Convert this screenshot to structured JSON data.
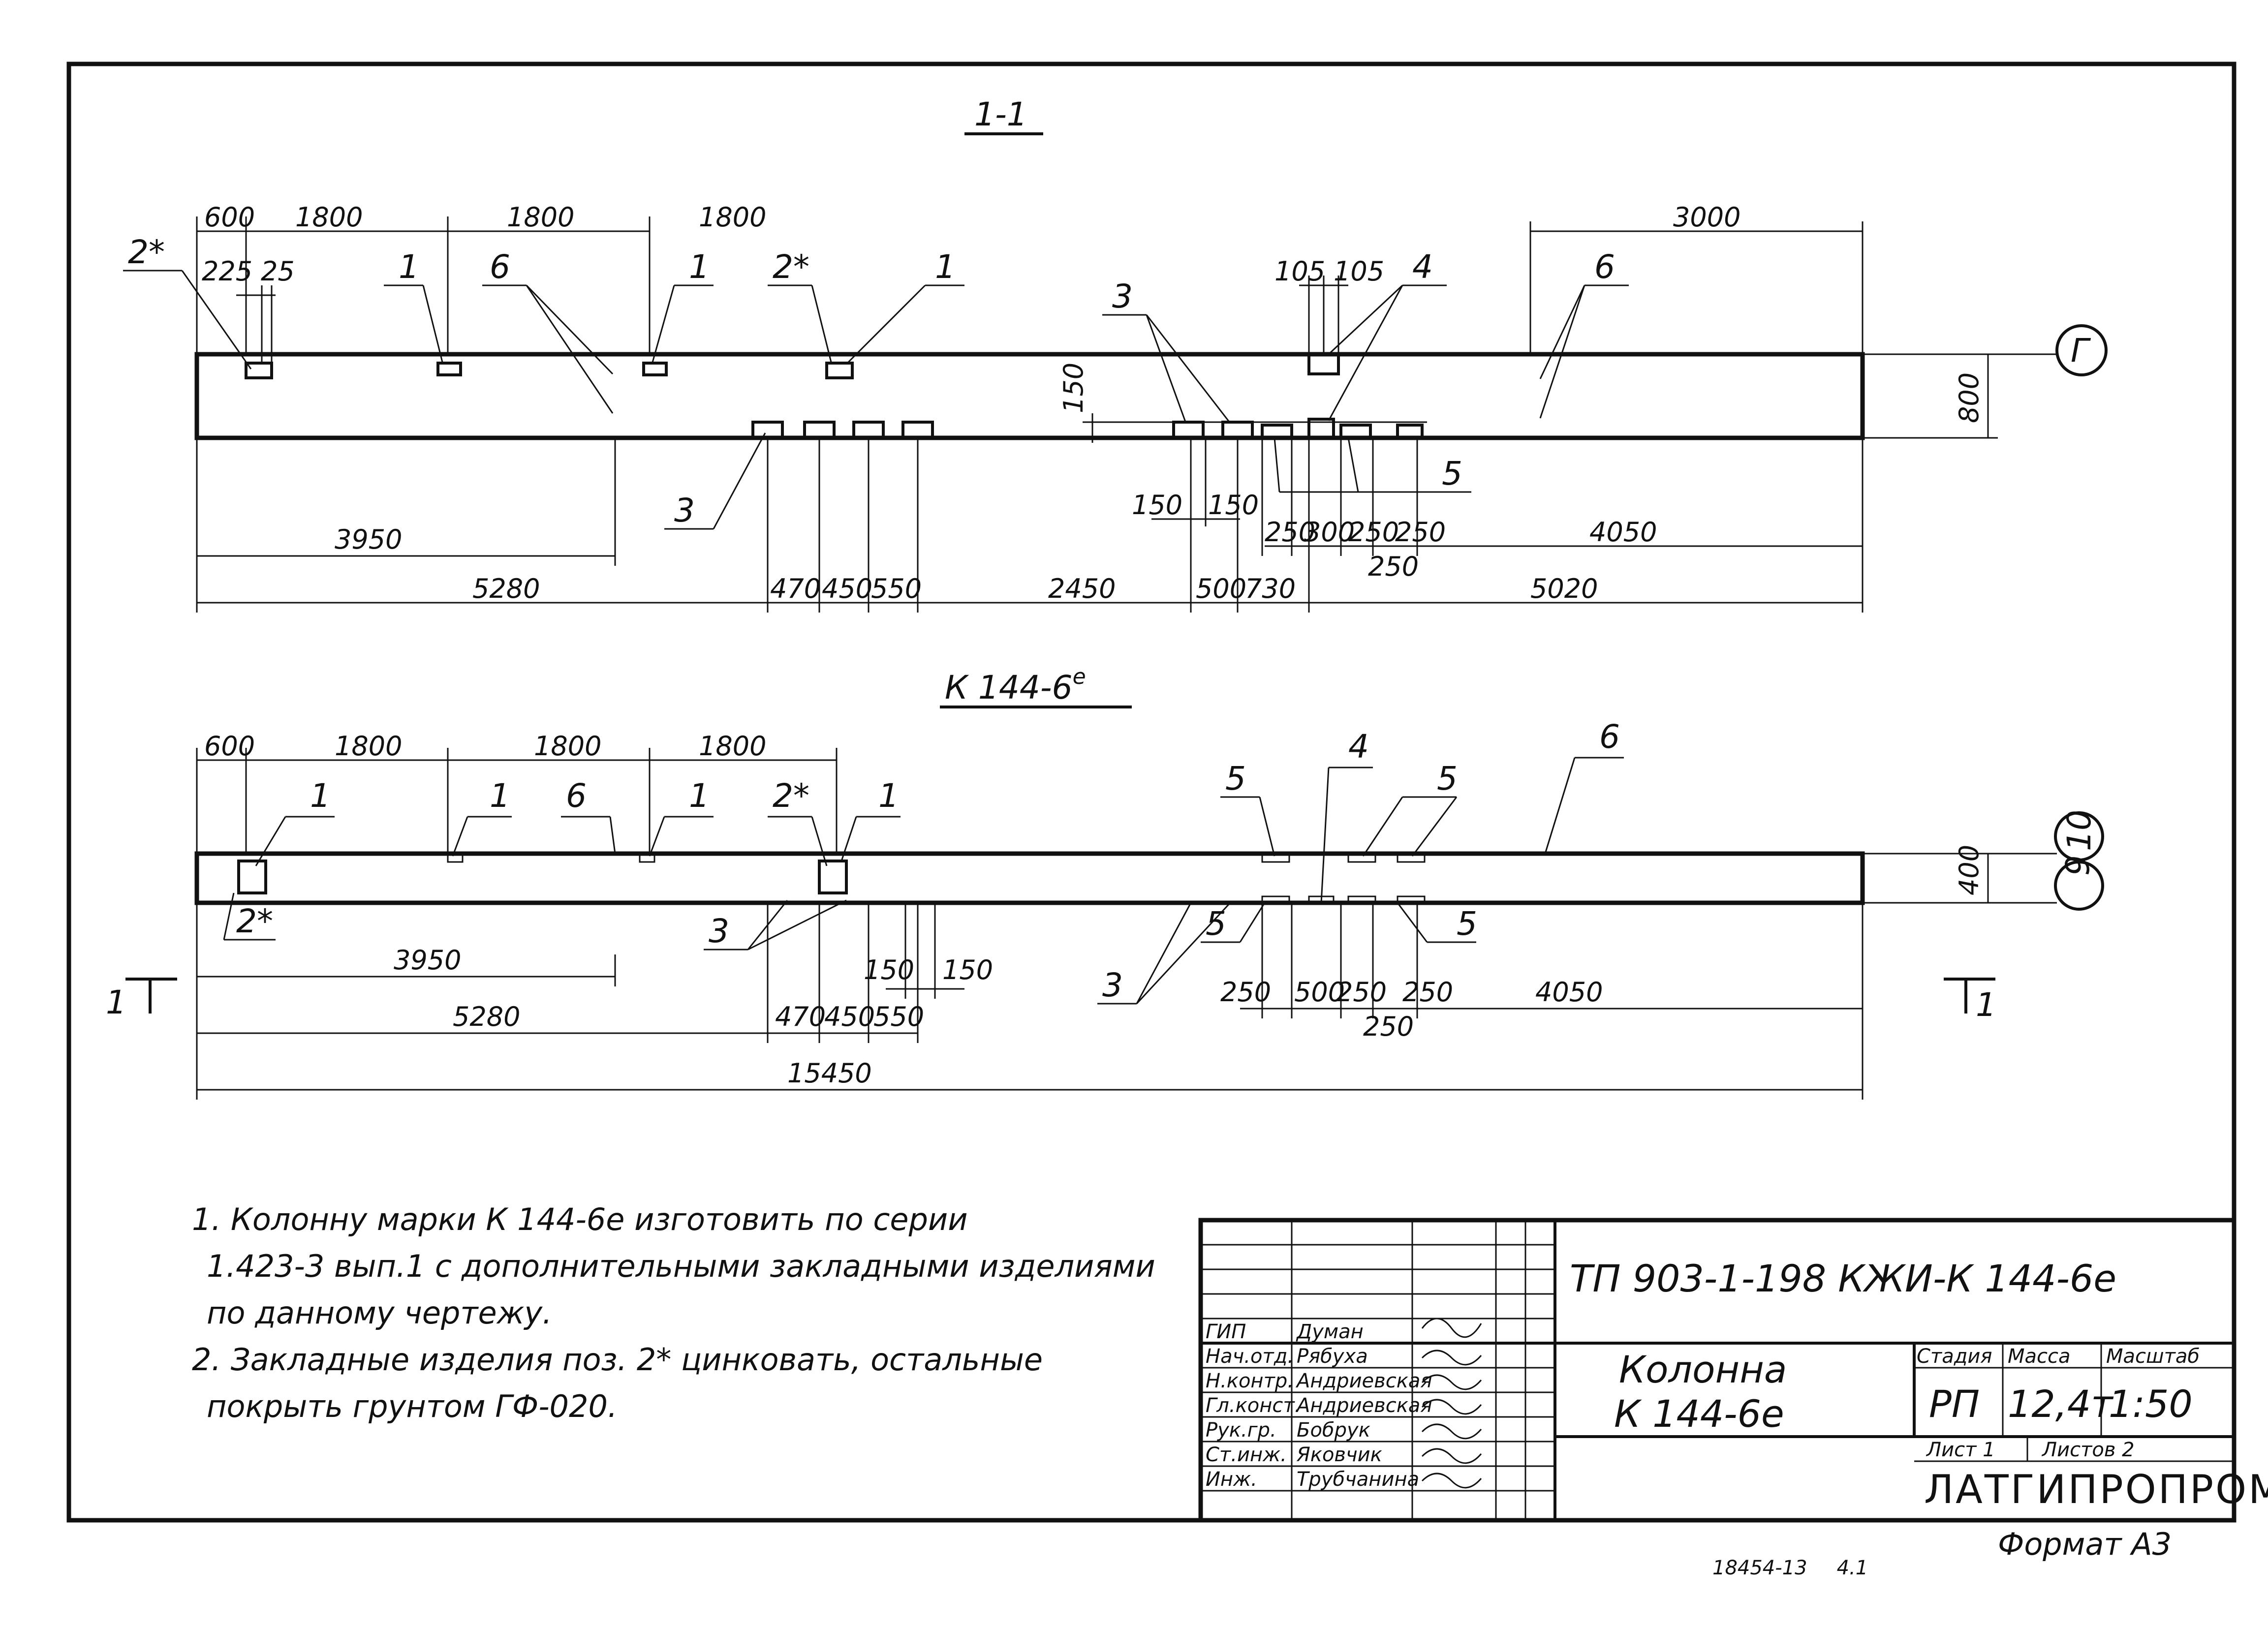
{
  "section_1": {
    "title": "1-1",
    "top_dims": [
      "600",
      "1800",
      "1800",
      "1800"
    ],
    "small_dims": [
      "225",
      "25"
    ],
    "right_dim_top": "3000",
    "mid_dims": [
      "105",
      "105"
    ],
    "height_dim": "800",
    "vert_dim": "150",
    "axis_label": "Г",
    "leaders": {
      "p2a": "2*",
      "p1a": "1",
      "p6a": "6",
      "p1b": "1",
      "p2b": "2*",
      "p1c": "1",
      "p3a": "3",
      "p4": "4",
      "p6b": "6",
      "p3b": "3",
      "p5": "5"
    },
    "bottom": {
      "d3950": "3950",
      "d5280": "5280",
      "d470": "470",
      "d450": "450",
      "d550": "550",
      "d2450": "2450",
      "d150a": "150",
      "d150b": "150",
      "d500": "500",
      "d730": "730",
      "d250a": "250",
      "d300": "300",
      "d250b": "250",
      "d250c": "250",
      "d250d": "250",
      "d4050": "4050",
      "d5020": "5020"
    }
  },
  "section_2": {
    "title": "К 144-6",
    "title_sup": "е",
    "top_dims": [
      "600",
      "1800",
      "1800",
      "1800"
    ],
    "height_dim": "400",
    "axis_labels": [
      "9",
      "10"
    ],
    "cut_labels": [
      "1",
      "1"
    ],
    "leaders": {
      "p1a": "1",
      "p1b": "1",
      "p6a": "6",
      "p1c": "1",
      "p2": "2*",
      "p1d": "1",
      "p5a": "5",
      "p4": "4",
      "p5b": "5",
      "p6b": "6",
      "p2low": "2*",
      "p3a": "3",
      "p5c": "5",
      "p5d": "5",
      "p3b": "3"
    },
    "bottom": {
      "d3950": "3950",
      "d150a": "150",
      "d150b": "150",
      "d5280": "5280",
      "d470": "470",
      "d450": "450",
      "d550": "550",
      "d250a": "250",
      "d500": "500",
      "d250b": "250",
      "d250c": "250",
      "d250d": "250",
      "d4050": "4050",
      "d15450": "15450"
    }
  },
  "notes": [
    "1. Колонну марки К 144-6е изготовить по серии",
    "1.423-3 вып.1 с дополнительными закладными изделиями",
    "по данному чертежу.",
    "2. Закладные изделия поз. 2* цинковать, остальные",
    "покрыть грунтом ГФ-020."
  ],
  "title_block": {
    "code": "ТП 903-1-198 КЖИ-К 144-6е",
    "name_line1": "Колонна",
    "name_line2": "К 144-6е",
    "stage_header": "Стадия",
    "mass_header": "Масса",
    "scale_header": "Масштаб",
    "stage": "РП",
    "mass": "12,4т",
    "scale": "1:50",
    "sheet": "Лист 1",
    "sheets": "Листов 2",
    "org": "ЛАТГИПРОПРОМ",
    "format": "Формат А3",
    "inventory": "18454-13",
    "inventory_tail": "4.1",
    "staff": [
      {
        "role": "ГИП",
        "name": "Думан"
      },
      {
        "role": "Нач.отд.",
        "name": "Рябуха"
      },
      {
        "role": "Н.контр.",
        "name": "Андриевская"
      },
      {
        "role": "Гл.конст.",
        "name": "Андриевская"
      },
      {
        "role": "Рук.гр.",
        "name": "Бобрук"
      },
      {
        "role": "Ст.инж.",
        "name": "Яковчик"
      },
      {
        "role": "Инж.",
        "name": "Трубчанина"
      }
    ]
  }
}
